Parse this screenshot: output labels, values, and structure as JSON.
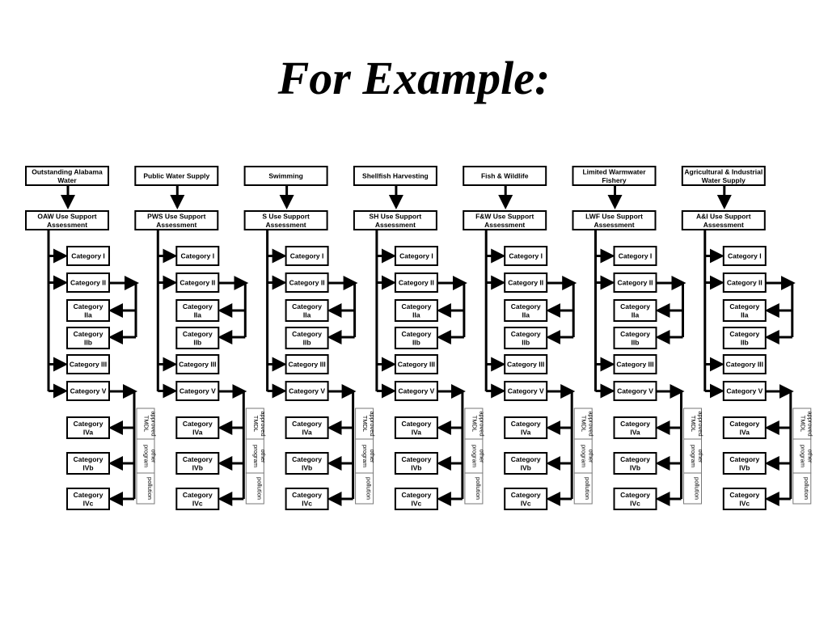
{
  "title": "For Example:",
  "columns": [
    {
      "use": [
        "Outstanding Alabama",
        "Water"
      ],
      "assessment": [
        "OAW Use Support",
        "Assessment"
      ]
    },
    {
      "use": [
        "Public Water Supply"
      ],
      "assessment": [
        "PWS Use Support",
        "Assessment"
      ]
    },
    {
      "use": [
        "Swimming"
      ],
      "assessment": [
        "S Use Support",
        "Assessment"
      ]
    },
    {
      "use": [
        "Shellfish Harvesting"
      ],
      "assessment": [
        "SH Use Support",
        "Assessment"
      ]
    },
    {
      "use": [
        "Fish & Wildlife"
      ],
      "assessment": [
        "F&W Use Support",
        "Assessment"
      ]
    },
    {
      "use": [
        "Limited Warmwater",
        "Fishery"
      ],
      "assessment": [
        "LWF Use Support",
        "Assessment"
      ]
    },
    {
      "use": [
        "Agricultural & Industrial",
        "Water Supply"
      ],
      "assessment": [
        "A&I Use Support",
        "Assessment"
      ]
    }
  ],
  "categories": {
    "cat1": [
      "Category I"
    ],
    "cat2": [
      "Category II"
    ],
    "cat2a": [
      "Category",
      "IIa"
    ],
    "cat2b": [
      "Category",
      "IIb"
    ],
    "cat3": [
      "Category III"
    ],
    "cat5": [
      "Category V"
    ],
    "cat4a": [
      "Category",
      "IVa"
    ],
    "cat4b": [
      "Category",
      "IVb"
    ],
    "cat4c": [
      "Category",
      "IVc"
    ]
  },
  "reasons": [
    [
      "approved",
      "TMDL"
    ],
    [
      "other",
      "program"
    ],
    [
      "pollution"
    ]
  ]
}
